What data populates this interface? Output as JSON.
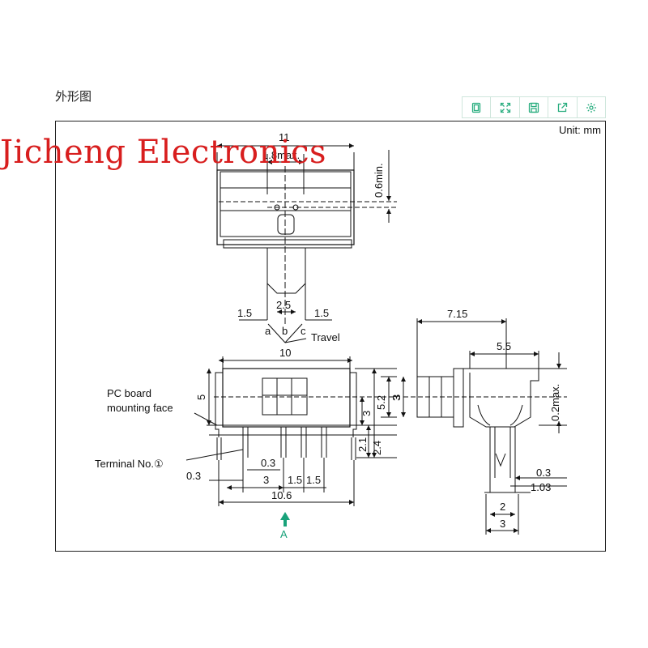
{
  "page": {
    "title": "外形图"
  },
  "toolbar": {
    "buttons": [
      {
        "icon": "document-icon"
      },
      {
        "icon": "expand-icon"
      },
      {
        "icon": "save-icon"
      },
      {
        "icon": "share-icon"
      },
      {
        "icon": "settings-icon"
      }
    ],
    "accent": "#2bae80"
  },
  "watermark": {
    "text": "Jicheng Electronics",
    "color": "#d81e1e"
  },
  "drawing": {
    "unit_label": "Unit: mm",
    "dims": {
      "top_width": "11",
      "top_max": "1.8max.",
      "top_min": "0.6min.",
      "pin_pitch": "2.5",
      "travel_left": "1.5",
      "travel_right": "1.5",
      "pos_a": "a",
      "pos_b": "b",
      "pos_c": "c",
      "travel": "Travel",
      "body_width": "10",
      "height_5": "5",
      "height_5_2": "5.2",
      "height_3_right": "3",
      "height_3_inner": "3",
      "height_2_1": "2.1",
      "height_2_4": "2.4",
      "pin_0_3": "0.3",
      "left_0_3": "0.3",
      "span_3": "3",
      "pitch_1_5a": "1.5",
      "pitch_1_5b": "1.5",
      "total_10_6": "10.6",
      "arrow_label": "A",
      "side_7_15": "7.15",
      "side_5_5": "5.5",
      "side_3": "3",
      "side_0_2max": "0.2max.",
      "side_0_3": "0.3",
      "side_1_03": "1.03",
      "side_2": "2",
      "side_3_bottom": "3"
    },
    "labels": {
      "pc_board_1": "PC board",
      "pc_board_2": "mounting face",
      "terminal": "Terminal No.①"
    }
  }
}
